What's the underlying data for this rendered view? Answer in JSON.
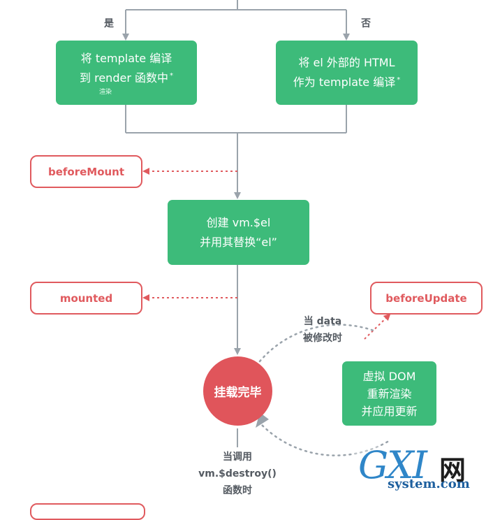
{
  "branch": {
    "yes": "是",
    "no": "否"
  },
  "nodes": {
    "compile_template": {
      "line1": "将 template 编译",
      "line2": "到 render 函数中",
      "note_mark": "*",
      "sub_note": "渲染"
    },
    "compile_outer_html": {
      "line1": "将 el 外部的 HTML",
      "line2": "作为 template 编译",
      "note_mark": "*"
    },
    "create_el": {
      "line1": "创建 vm.$el",
      "line2": "并用其替换“el”"
    },
    "mounted_circle": {
      "text": "挂载完毕"
    },
    "vdom_rerender": {
      "line1": "虚拟 DOM",
      "line2": "重新渲染",
      "line3": "并应用更新"
    }
  },
  "hooks": {
    "beforeMount": "beforeMount",
    "mounted": "mounted",
    "beforeUpdate": "beforeUpdate"
  },
  "labels": {
    "data_change": {
      "line1": "当 data",
      "line2": "被修改时"
    },
    "destroy_call": {
      "line1": "当调用",
      "line2": "vm.$destroy()",
      "line3": "函数时"
    }
  },
  "watermark": {
    "logo": "GXI",
    "net": "网",
    "domain": "system.com"
  },
  "colors": {
    "green": "#3dbb7a",
    "red": "#e05a5e",
    "connector": "#9aa3ab",
    "dotted_cycle": "#9aa3ab",
    "label_text": "#555b62"
  }
}
